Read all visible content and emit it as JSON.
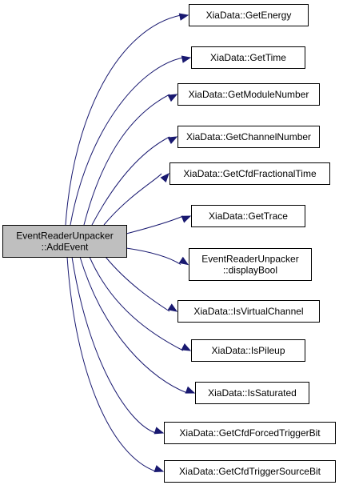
{
  "graph": {
    "source": {
      "id": "source",
      "lines": [
        "EventReaderUnpacker",
        "::AddEvent"
      ]
    },
    "targets": [
      {
        "id": "get-energy",
        "lines": [
          "XiaData::GetEnergy"
        ]
      },
      {
        "id": "get-time",
        "lines": [
          "XiaData::GetTime"
        ]
      },
      {
        "id": "get-module-number",
        "lines": [
          "XiaData::GetModuleNumber"
        ]
      },
      {
        "id": "get-channel-number",
        "lines": [
          "XiaData::GetChannelNumber"
        ]
      },
      {
        "id": "get-cfd-fractional-time",
        "lines": [
          "XiaData::GetCfdFractionalTime"
        ]
      },
      {
        "id": "get-trace",
        "lines": [
          "XiaData::GetTrace"
        ]
      },
      {
        "id": "display-bool",
        "lines": [
          "EventReaderUnpacker",
          "::displayBool"
        ]
      },
      {
        "id": "is-virtual-channel",
        "lines": [
          "XiaData::IsVirtualChannel"
        ]
      },
      {
        "id": "is-pileup",
        "lines": [
          "XiaData::IsPileup"
        ]
      },
      {
        "id": "is-saturated",
        "lines": [
          "XiaData::IsSaturated"
        ]
      },
      {
        "id": "get-cfd-forced-trigger-bit",
        "lines": [
          "XiaData::GetCfdForcedTriggerBit"
        ]
      },
      {
        "id": "get-cfd-trigger-source-bit",
        "lines": [
          "XiaData::GetCfdTriggerSourceBit"
        ]
      }
    ],
    "colors": {
      "edge": "#191970",
      "source_fill": "#bfbfbf",
      "node_fill": "#ffffff",
      "border": "#000000"
    }
  }
}
